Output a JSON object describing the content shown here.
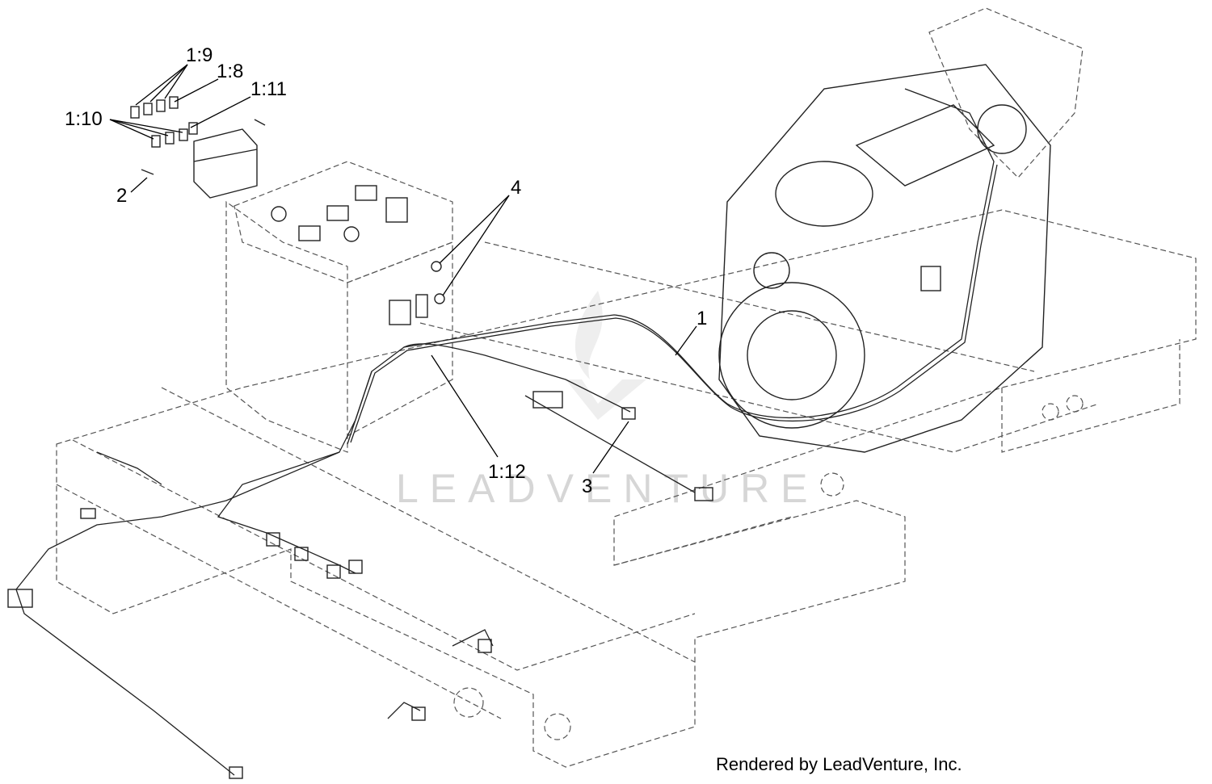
{
  "callouts": {
    "c1_9": "1:9",
    "c1_8": "1:8",
    "c1_11": "1:11",
    "c1_10": "1:10",
    "c2": "2",
    "c4": "4",
    "c1": "1",
    "c1_12": "1:12",
    "c3": "3"
  },
  "watermark": "LEADVENTURE",
  "credit": "Rendered by LeadVenture, Inc."
}
